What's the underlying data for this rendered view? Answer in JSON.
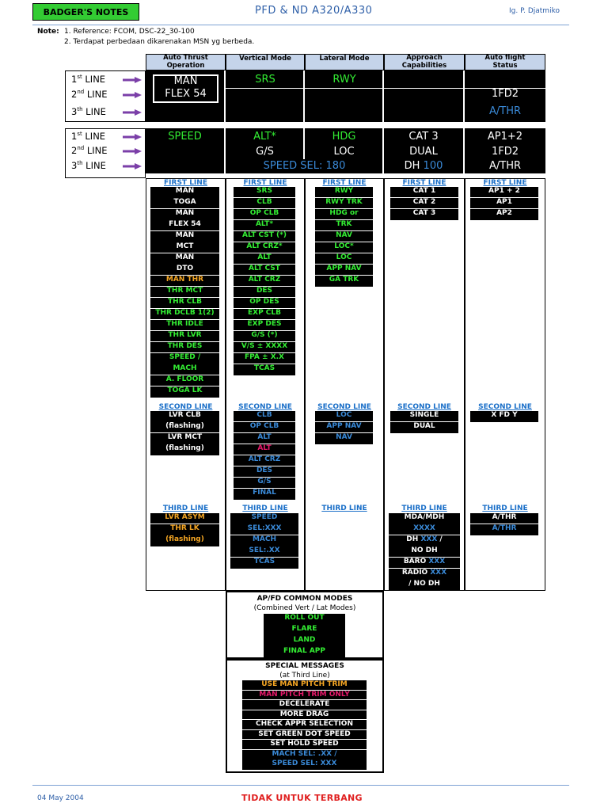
{
  "header": {
    "logo": "BADGER'S NOTES",
    "title": "PFD & ND A320/A330",
    "author": "Ig. P. Djatmiko"
  },
  "notes": {
    "label": "Note:",
    "line1": "1. Reference: FCOM, DSC-22_30-100",
    "line2": "2. Terdapat perbedaan dikarenakan MSN yg berbeda."
  },
  "columns": [
    {
      "line1": "Auto Thrust",
      "line2": "Operation"
    },
    {
      "line1": "Vertical Mode",
      "line2": ""
    },
    {
      "line1": "Lateral Mode",
      "line2": ""
    },
    {
      "line1": "Approach",
      "line2": "Capabilities"
    },
    {
      "line1": "Auto flight",
      "line2": "Status"
    }
  ],
  "line_labels": [
    {
      "num": "1",
      "sup": "st",
      "text": "LINE"
    },
    {
      "num": "2",
      "sup": "nd",
      "text": "LINE"
    },
    {
      "num": "3",
      "sup": "th",
      "text": "LINE"
    }
  ],
  "fma_example1": {
    "man": "MAN",
    "flex": "FLEX 54",
    "srs": "SRS",
    "rwy": "RWY",
    "fd": "1FD2",
    "athr": "A/THR"
  },
  "fma_example2": {
    "speed": "SPEED",
    "alt": "ALT*",
    "hdg": "HDG",
    "cat": "CAT 3",
    "ap": "AP1+2",
    "gs": "G/S",
    "loc": "LOC",
    "dual": "DUAL",
    "fd": "1FD2",
    "speed_sel": "SPEED SEL: 180",
    "dh": "DH",
    "dh_val": "100",
    "athr": "A/THR"
  },
  "headings": {
    "first": "FIRST LINE",
    "second": "SECOND LINE",
    "third": "THIRD LINE"
  },
  "first_line": {
    "athr": [
      {
        "t": "MAN",
        "c": "w",
        "sep": false
      },
      {
        "t": "TOGA",
        "c": "w",
        "sep": true
      },
      {
        "t": "MAN",
        "c": "w",
        "sep": false
      },
      {
        "t": "FLEX 54",
        "c": "w",
        "sep": true
      },
      {
        "t": "MAN",
        "c": "w",
        "sep": false
      },
      {
        "t": "MCT",
        "c": "w",
        "sep": true
      },
      {
        "t": "MAN",
        "c": "w",
        "sep": false
      },
      {
        "t": "DTO",
        "c": "w",
        "sep": true
      },
      {
        "t": "MAN THR",
        "c": "a",
        "sep": true
      },
      {
        "t": "THR MCT",
        "c": "g",
        "sep": true
      },
      {
        "t": "THR CLB",
        "c": "g",
        "sep": true
      },
      {
        "t": "THR DCLB 1(2)",
        "c": "g",
        "sep": true
      },
      {
        "t": "THR IDLE",
        "c": "g",
        "sep": true
      },
      {
        "t": "THR LVR",
        "c": "g",
        "sep": true
      },
      {
        "t": "THR DES",
        "c": "g",
        "sep": true
      },
      {
        "t": "SPEED /",
        "c": "g",
        "sep": false
      },
      {
        "t": "MACH",
        "c": "g",
        "sep": true
      },
      {
        "t": "A. FLOOR",
        "c": "g",
        "sep": true
      },
      {
        "t": "TOGA LK",
        "c": "g",
        "sep": false
      }
    ],
    "vert": [
      {
        "t": "SRS",
        "c": "g"
      },
      {
        "t": "CLB",
        "c": "g"
      },
      {
        "t": "OP CLB",
        "c": "g"
      },
      {
        "t": "ALT*",
        "c": "g"
      },
      {
        "t": "ALT CST (*)",
        "c": "g"
      },
      {
        "t": "ALT CRZ*",
        "c": "g"
      },
      {
        "t": "ALT",
        "c": "g"
      },
      {
        "t": "ALT CST",
        "c": "g"
      },
      {
        "t": "ALT CRZ",
        "c": "g"
      },
      {
        "t": "DES",
        "c": "g"
      },
      {
        "t": "OP DES",
        "c": "g"
      },
      {
        "t": "EXP CLB",
        "c": "g"
      },
      {
        "t": "EXP DES",
        "c": "g"
      },
      {
        "t": "G/S (*)",
        "c": "g"
      },
      {
        "t": "V/S ± XXXX",
        "c": "g"
      },
      {
        "t": "FPA ± X.X",
        "c": "g"
      },
      {
        "t": "TCAS",
        "c": "g"
      }
    ],
    "lat": [
      {
        "t": "RWY",
        "c": "g"
      },
      {
        "t": "RWY TRK",
        "c": "g"
      },
      {
        "t": "HDG or",
        "c": "g"
      },
      {
        "t": "TRK",
        "c": "g"
      },
      {
        "t": "NAV",
        "c": "g"
      },
      {
        "t": "LOC*",
        "c": "g"
      },
      {
        "t": "LOC",
        "c": "g"
      },
      {
        "t": "APP NAV",
        "c": "g"
      },
      {
        "t": "GA TRK",
        "c": "g"
      }
    ],
    "appr": [
      {
        "t": "CAT 1",
        "c": "w"
      },
      {
        "t": "CAT 2",
        "c": "w"
      },
      {
        "t": "CAT 3",
        "c": "w"
      }
    ],
    "afs": [
      {
        "t": "AP1 + 2",
        "c": "w"
      },
      {
        "t": "AP1",
        "c": "w"
      },
      {
        "t": "AP2",
        "c": "w"
      }
    ]
  },
  "second_line": {
    "athr": [
      {
        "t": "LVR CLB",
        "c": "w",
        "sep": false
      },
      {
        "t": "(flashing)",
        "c": "w",
        "sep": true
      },
      {
        "t": "LVR MCT",
        "c": "w",
        "sep": false
      },
      {
        "t": "(flashing)",
        "c": "w",
        "sep": false
      }
    ],
    "vert": [
      {
        "t": "CLB",
        "c": "c"
      },
      {
        "t": "OP CLB",
        "c": "c"
      },
      {
        "t": "ALT",
        "c": "c"
      },
      {
        "t": "ALT",
        "c": "m"
      },
      {
        "t": "ALT CRZ",
        "c": "c"
      },
      {
        "t": "DES",
        "c": "c"
      },
      {
        "t": "G/S",
        "c": "c"
      },
      {
        "t": "FINAL",
        "c": "c"
      }
    ],
    "lat": [
      {
        "t": "LOC",
        "c": "c"
      },
      {
        "t": "APP NAV",
        "c": "c"
      },
      {
        "t": "NAV",
        "c": "c"
      }
    ],
    "appr": [
      {
        "t": "SINGLE",
        "c": "w"
      },
      {
        "t": "DUAL",
        "c": "w"
      }
    ],
    "afs": [
      {
        "t": "X FD Y",
        "c": "w"
      }
    ]
  },
  "third_line": {
    "athr": [
      {
        "t": "LVR ASYM",
        "c": "a",
        "sep": true
      },
      {
        "t": "THR LK",
        "c": "a",
        "sep": false
      },
      {
        "t": "(flashing)",
        "c": "a",
        "sep": false
      }
    ],
    "vert": [
      {
        "t": "SPEED",
        "c": "c",
        "sep": false
      },
      {
        "t": "SEL:XXX",
        "c": "c",
        "sep": true
      },
      {
        "t": "MACH",
        "c": "c",
        "sep": false
      },
      {
        "t": "SEL:.XX",
        "c": "c",
        "sep": true
      },
      {
        "t": "TCAS",
        "c": "c",
        "sep": false
      }
    ],
    "appr": {
      "mda": "MDA/MDH",
      "xxxx": "XXXX",
      "dh": "DH",
      "dh_xxx": "XXX",
      "dh_slash": "/",
      "nodh": "NO DH",
      "baro": "BARO",
      "baro_xxx": "XXX",
      "radio": "RADIO",
      "radio_xxx": "XXX",
      "radio_nodh": "/ NO DH"
    },
    "afs": [
      {
        "t": "A/THR",
        "c": "w"
      },
      {
        "t": "A/THR",
        "c": "c"
      }
    ]
  },
  "common_modes": {
    "title": "AP/FD COMMON MODES",
    "subtitle": "(Combined Vert / Lat Modes)",
    "items": [
      "ROLL OUT",
      "FLARE",
      "LAND",
      "FINAL APP"
    ]
  },
  "special_messages": {
    "title": "SPECIAL MESSAGES",
    "subtitle": "(at Third Line)",
    "items": [
      {
        "t": "USE MAN PITCH TRIM",
        "c": "a"
      },
      {
        "t": "MAN PITCH TRIM ONLY",
        "c": "m"
      },
      {
        "t": "DECELERATE",
        "c": "w"
      },
      {
        "t": "MORE DRAG",
        "c": "w"
      },
      {
        "t": "CHECK APPR SELECTION",
        "c": "w"
      },
      {
        "t": "SET GREEN DOT SPEED",
        "c": "w"
      },
      {
        "t": "SET HOLD SPEED",
        "c": "w"
      },
      {
        "t": "MACH SEL: .XX /",
        "c": "c"
      },
      {
        "t": "SPEED SEL: XXX",
        "c": "c"
      }
    ]
  },
  "footer": {
    "date": "04 May 2004",
    "warning": "TIDAK UNTUK TERBANG"
  },
  "colors": {
    "green": "#33ee33",
    "cyan": "#3a8ad8",
    "amber": "#f5a623",
    "magenta": "#e8186b",
    "header_blue": "#2e5fa8",
    "column_header": "#c5d4ea"
  }
}
